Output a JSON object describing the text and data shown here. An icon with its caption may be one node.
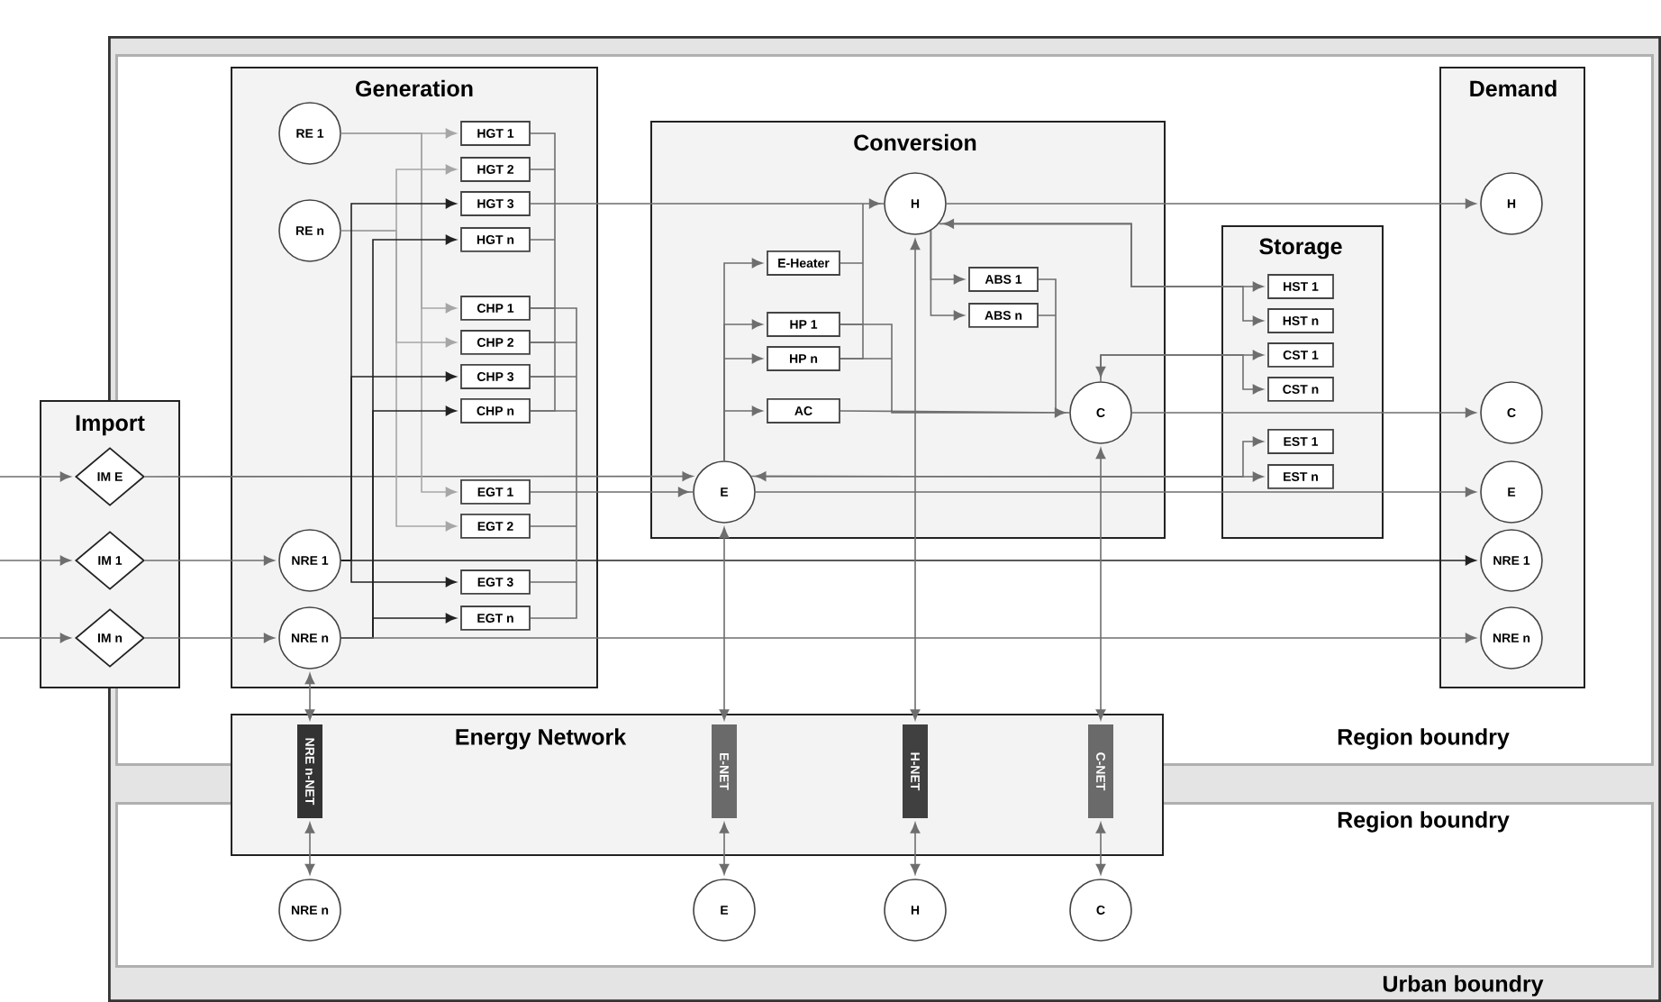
{
  "diagram": {
    "nodes": [
      {
        "text": [
          "Urban boundry"
        ]
      },
      {
        "text": [
          "Region boundry"
        ],
        "in": 0
      },
      {
        "text": [
          "Import"
        ]
      },
      {
        "text": [
          "IM E"
        ],
        "in": 2
      },
      {
        "text": [
          "IM 1"
        ],
        "in": 2
      },
      {
        "text": [
          "IM n"
        ],
        "in": 2
      },
      {
        "text": [
          "Generation"
        ],
        "in": 1
      },
      {
        "text": [
          "RE 1"
        ],
        "in": 6
      },
      {
        "text": [
          "RE n"
        ],
        "in": 6
      },
      {
        "text": [
          "NRE 1"
        ],
        "in": 6
      },
      {
        "text": [
          "NRE n"
        ],
        "in": 6
      },
      {
        "text": [
          "HGT 1"
        ],
        "in": 6
      },
      {
        "text": [
          "HGT 2"
        ],
        "in": 6
      },
      {
        "text": [
          "HGT 3"
        ],
        "in": 6
      },
      {
        "text": [
          "HGT n"
        ],
        "in": 6
      },
      {
        "text": [
          "CHP 1"
        ],
        "in": 6
      },
      {
        "text": [
          "CHP 2"
        ],
        "in": 6
      },
      {
        "text": [
          "CHP 3"
        ],
        "in": 6
      },
      {
        "text": [
          "CHP n"
        ],
        "in": 6
      },
      {
        "text": [
          "EGT 1"
        ],
        "in": 6
      },
      {
        "text": [
          "EGT 2"
        ],
        "in": 6
      },
      {
        "text": [
          "EGT 3"
        ],
        "in": 6
      },
      {
        "text": [
          "EGT n"
        ],
        "in": 6
      },
      {
        "text": [
          "Conversion"
        ],
        "in": 1
      },
      {
        "text": [
          "H"
        ],
        "in": 23
      },
      {
        "text": [
          "E-Heater"
        ],
        "in": 23
      },
      {
        "text": [
          "HP 1"
        ],
        "in": 23
      },
      {
        "text": [
          "HP n"
        ],
        "in": 23
      },
      {
        "text": [
          "AC"
        ],
        "in": 23
      },
      {
        "text": [
          "ABS 1"
        ],
        "in": 23
      },
      {
        "text": [
          "ABS n"
        ],
        "in": 23
      },
      {
        "text": [
          "C"
        ],
        "in": 23
      },
      {
        "text": [
          "E"
        ],
        "in": 23
      },
      {
        "text": [
          "Storage"
        ],
        "in": 1
      },
      {
        "text": [
          "HST 1"
        ],
        "in": 33
      },
      {
        "text": [
          "HST n"
        ],
        "in": 33
      },
      {
        "text": [
          "CST 1"
        ],
        "in": 33
      },
      {
        "text": [
          "CST n"
        ],
        "in": 33
      },
      {
        "text": [
          "EST 1"
        ],
        "in": 33
      },
      {
        "text": [
          "EST n"
        ],
        "in": 33
      },
      {
        "text": [
          "Demand"
        ],
        "in": 1
      },
      {
        "text": [
          "H"
        ],
        "in": 40
      },
      {
        "text": [
          "C"
        ],
        "in": 40
      },
      {
        "text": [
          "E"
        ],
        "in": 40
      },
      {
        "text": [
          "NRE 1"
        ],
        "in": 40
      },
      {
        "text": [
          "NRE n"
        ],
        "in": 40
      },
      {
        "text": [
          "Energy Network"
        ],
        "in": 0
      },
      {
        "text": [
          "NRE n-NET"
        ],
        "in": 46
      },
      {
        "text": [
          "E-NET"
        ],
        "in": 46
      },
      {
        "text": [
          "H-NET"
        ],
        "in": 46
      },
      {
        "text": [
          "C-NET"
        ],
        "in": 46
      },
      {
        "text": [
          "Region boundry"
        ],
        "in": 0
      },
      {
        "text": [
          "NRE n"
        ],
        "in": 51
      },
      {
        "text": [
          "E"
        ],
        "in": 51
      },
      {
        "text": [
          "H"
        ],
        "in": 51
      },
      {
        "text": [
          "C"
        ],
        "in": 51
      }
    ],
    "edges": [
      {
        "from": null,
        "to": 3,
        "arrow": "to"
      },
      {
        "from": null,
        "to": 4,
        "arrow": "to"
      },
      {
        "from": null,
        "to": 5,
        "arrow": "to"
      },
      {
        "from": 3,
        "to": 32,
        "arrow": "to"
      },
      {
        "from": 4,
        "to": 9,
        "arrow": "to"
      },
      {
        "from": 5,
        "to": 10,
        "arrow": "to"
      },
      {
        "from": 7,
        "to": 11,
        "arrow": "to",
        "color": "#a6a6a6"
      },
      {
        "from": 7,
        "to": 15,
        "arrow": "to",
        "color": "#a6a6a6"
      },
      {
        "from": 7,
        "to": 19,
        "arrow": "to",
        "color": "#a6a6a6"
      },
      {
        "from": 8,
        "to": 12,
        "arrow": "to",
        "color": "#a6a6a6"
      },
      {
        "from": 8,
        "to": 16,
        "arrow": "to",
        "color": "#a6a6a6"
      },
      {
        "from": 8,
        "to": 20,
        "arrow": "to",
        "color": "#a6a6a6"
      },
      {
        "from": 9,
        "to": 13,
        "arrow": "to",
        "color": "#222222"
      },
      {
        "from": 9,
        "to": 17,
        "arrow": "to",
        "color": "#222222"
      },
      {
        "from": 9,
        "to": 21,
        "arrow": "to",
        "color": "#222222"
      },
      {
        "from": 10,
        "to": 14,
        "arrow": "to",
        "color": "#222222"
      },
      {
        "from": 10,
        "to": 18,
        "arrow": "to",
        "color": "#222222"
      },
      {
        "from": 10,
        "to": 22,
        "arrow": "to",
        "color": "#222222"
      },
      {
        "from": 9,
        "to": 44,
        "arrow": "to",
        "color": "#222222"
      },
      {
        "from": 10,
        "to": 45,
        "arrow": "to"
      },
      {
        "from": 11,
        "to": 24,
        "arrow": "to"
      },
      {
        "from": 12,
        "to": 24,
        "arrow": "to"
      },
      {
        "from": 13,
        "to": 24,
        "arrow": "to"
      },
      {
        "from": 14,
        "to": 24,
        "arrow": "to"
      },
      {
        "from": 15,
        "to": 24,
        "arrow": "to"
      },
      {
        "from": 16,
        "to": 24,
        "arrow": "to"
      },
      {
        "from": 17,
        "to": 24,
        "arrow": "to"
      },
      {
        "from": 18,
        "to": 24,
        "arrow": "to"
      },
      {
        "from": 15,
        "to": 32,
        "arrow": "to"
      },
      {
        "from": 16,
        "to": 32,
        "arrow": "to"
      },
      {
        "from": 17,
        "to": 32,
        "arrow": "to"
      },
      {
        "from": 18,
        "to": 32,
        "arrow": "to"
      },
      {
        "from": 19,
        "to": 32,
        "arrow": "to"
      },
      {
        "from": 20,
        "to": 32,
        "arrow": "to"
      },
      {
        "from": 21,
        "to": 32,
        "arrow": "to"
      },
      {
        "from": 22,
        "to": 32,
        "arrow": "to"
      },
      {
        "from": 32,
        "to": 25,
        "arrow": "to"
      },
      {
        "from": 32,
        "to": 26,
        "arrow": "to"
      },
      {
        "from": 32,
        "to": 27,
        "arrow": "to"
      },
      {
        "from": 32,
        "to": 28,
        "arrow": "to"
      },
      {
        "from": 25,
        "to": 24,
        "arrow": "to"
      },
      {
        "from": 26,
        "to": 24,
        "arrow": "to"
      },
      {
        "from": 27,
        "to": 24,
        "arrow": "to"
      },
      {
        "from": 26,
        "to": 31,
        "arrow": "to"
      },
      {
        "from": 27,
        "to": 31,
        "arrow": "to"
      },
      {
        "from": 28,
        "to": 31,
        "arrow": "to"
      },
      {
        "from": 24,
        "to": 29,
        "arrow": "to"
      },
      {
        "from": 24,
        "to": 30,
        "arrow": "to"
      },
      {
        "from": 29,
        "to": 31,
        "arrow": "to"
      },
      {
        "from": 30,
        "to": 31,
        "arrow": "to"
      },
      {
        "from": 24,
        "to": 41,
        "arrow": "to"
      },
      {
        "from": 24,
        "to": 34,
        "arrow": "both"
      },
      {
        "from": 24,
        "to": 35,
        "arrow": "to"
      },
      {
        "from": 31,
        "to": 36,
        "arrow": "both"
      },
      {
        "from": 31,
        "to": 37,
        "arrow": "to"
      },
      {
        "from": 31,
        "to": 42,
        "arrow": "to"
      },
      {
        "from": 32,
        "to": 38,
        "arrow": "both"
      },
      {
        "from": 32,
        "to": 39,
        "arrow": "to"
      },
      {
        "from": 32,
        "to": 43,
        "arrow": "to"
      },
      {
        "from": 10,
        "to": 47,
        "arrow": "both"
      },
      {
        "from": 47,
        "to": 52,
        "arrow": "both"
      },
      {
        "from": 48,
        "to": 32,
        "arrow": "both"
      },
      {
        "from": 48,
        "to": 53,
        "arrow": "both"
      },
      {
        "from": 49,
        "to": 24,
        "arrow": "both"
      },
      {
        "from": 49,
        "to": 54,
        "arrow": "both"
      },
      {
        "from": 50,
        "to": 31,
        "arrow": "both"
      },
      {
        "from": 50,
        "to": 55,
        "arrow": "both"
      }
    ]
  }
}
